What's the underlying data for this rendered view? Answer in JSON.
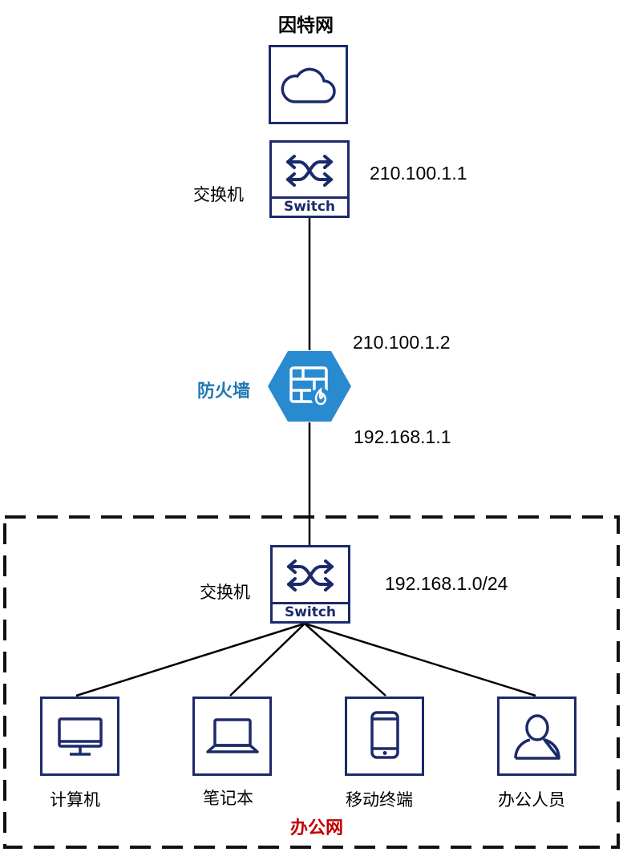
{
  "internet": {
    "title": "因特网"
  },
  "top_switch": {
    "label": "交换机",
    "badge": "Switch",
    "ip": "210.100.1.1"
  },
  "firewall": {
    "label": "防火墙",
    "ip_outer": "210.100.1.2",
    "ip_inner": "192.168.1.1",
    "label_color": "#1f78b4"
  },
  "office_switch": {
    "label": "交换机",
    "badge": "Switch",
    "ip": "192.168.1.0/24"
  },
  "devices": [
    {
      "label": "计算机",
      "icon": "desktop-monitor-icon"
    },
    {
      "label": "笔记本",
      "icon": "laptop-icon"
    },
    {
      "label": "移动终端",
      "icon": "mobile-phone-icon"
    },
    {
      "label": "办公人员",
      "icon": "person-icon"
    }
  ],
  "office_zone": {
    "label": "办公网",
    "label_color": "#c00000"
  },
  "colors": {
    "icon_border": "#1b2a6b",
    "firewall_fill": "#2a8ad0"
  }
}
